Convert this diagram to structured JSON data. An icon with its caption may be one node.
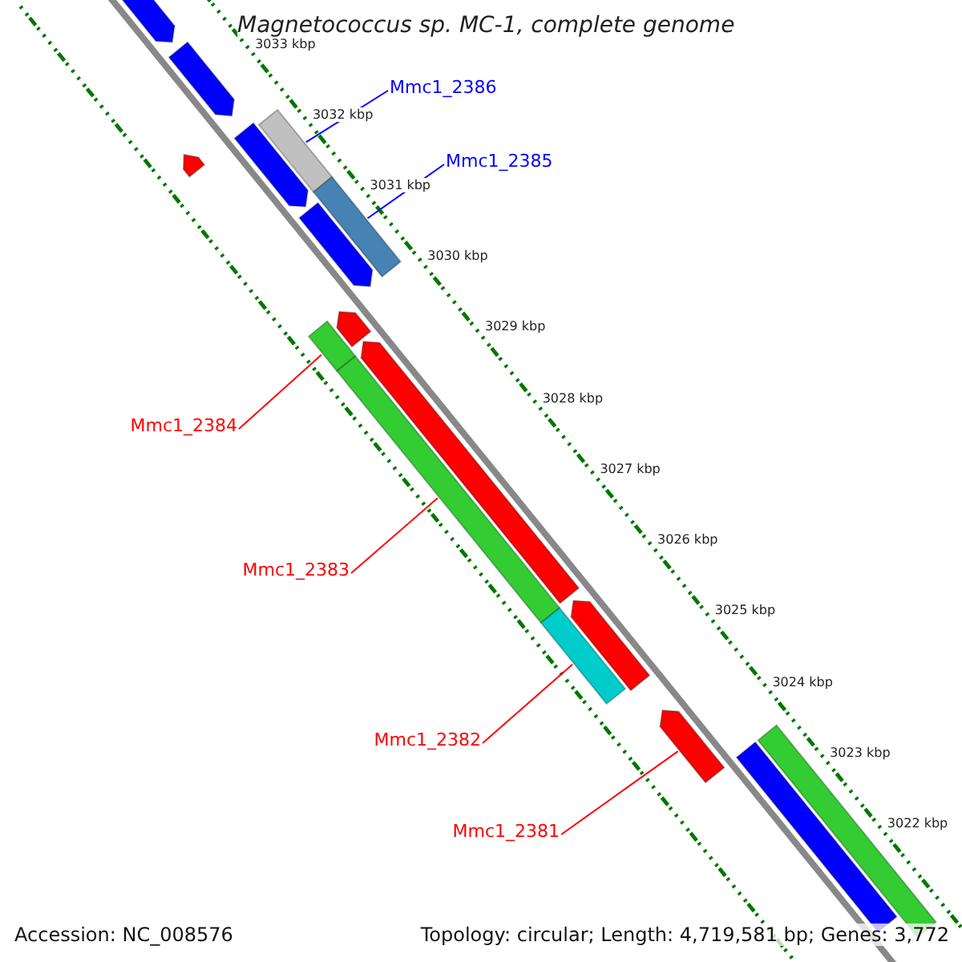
{
  "diagram": {
    "title": "Magnetococcus sp. MC-1, complete genome",
    "nodes": [
      {
        "text": [
          "Mmc1_2386"
        ]
      },
      {
        "text": [],
        "shape": "bar"
      },
      {
        "text": [
          "Mmc1_2385"
        ]
      },
      {
        "text": [],
        "shape": "bar"
      },
      {
        "text": [
          "Mmc1_2384"
        ]
      },
      {
        "text": [],
        "shape": "bar"
      },
      {
        "text": [
          "Mmc1_2383"
        ]
      },
      {
        "text": [],
        "shape": "bar"
      },
      {
        "text": [
          "Mmc1_2382"
        ]
      },
      {
        "text": [],
        "shape": "bar"
      },
      {
        "text": [
          "Mmc1_2381"
        ]
      },
      {
        "text": [],
        "shape": "arrow"
      },
      {
        "text": [],
        "shape": "arrow"
      },
      {
        "text": [],
        "shape": "arrow"
      },
      {
        "text": [],
        "shape": "arrow"
      },
      {
        "text": [],
        "shape": "arrow"
      },
      {
        "text": [],
        "shape": "arrow"
      },
      {
        "text": [],
        "shape": "arrow"
      },
      {
        "text": [],
        "shape": "arrow"
      },
      {
        "text": [],
        "shape": "arrow"
      },
      {
        "text": [],
        "shape": "bar"
      },
      {
        "text": [],
        "shape": "bar"
      }
    ],
    "edges": [
      {
        "from": 0,
        "to": 1,
        "arrow": "none",
        "color": "#0000ff"
      },
      {
        "from": 2,
        "to": 3,
        "arrow": "none",
        "color": "#0000ff"
      },
      {
        "from": 4,
        "to": 5,
        "arrow": "none"
      },
      {
        "from": 6,
        "to": 7,
        "arrow": "none"
      },
      {
        "from": 8,
        "to": 9,
        "arrow": "none"
      },
      {
        "from": 10,
        "to": 11,
        "arrow": "none"
      }
    ],
    "labels": [
      "3033 kbp",
      "3032 kbp",
      "3031 kbp",
      "3030 kbp",
      "3029 kbp",
      "3028 kbp",
      "3027 kbp",
      "3026 kbp",
      "3025 kbp",
      "3024 kbp",
      "3023 kbp",
      "3022 kbp",
      "Accession: NC_008576",
      "Topology: circular; Length: 4,719,581 bp; Genes: 3,772"
    ]
  }
}
